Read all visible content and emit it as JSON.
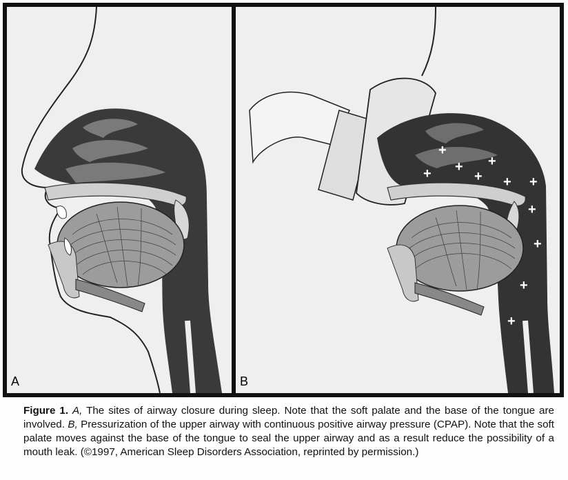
{
  "panels": {
    "a": {
      "label": "A"
    },
    "b": {
      "label": "B"
    }
  },
  "caption": {
    "figure_label": "Figure 1.",
    "part_a_letter": "A,",
    "part_a_text": " The sites of airway closure during sleep. Note that the soft palate and the base of the tongue are involved. ",
    "part_b_letter": "B,",
    "part_b_text": " Pressurization of the upper airway with continuous positive airway pressure (CPAP). Note that the soft palate moves against the base of the tongue to seal the upper airway and as a result reduce the possibility of a mouth leak. (©1997, American Sleep Disorders Association, reprinted by permission.)"
  },
  "pressure_marker": "+",
  "colors": {
    "airway_dark": "#3a3a3a",
    "tissue_light": "#d2d2d2",
    "background": "#efefef"
  }
}
